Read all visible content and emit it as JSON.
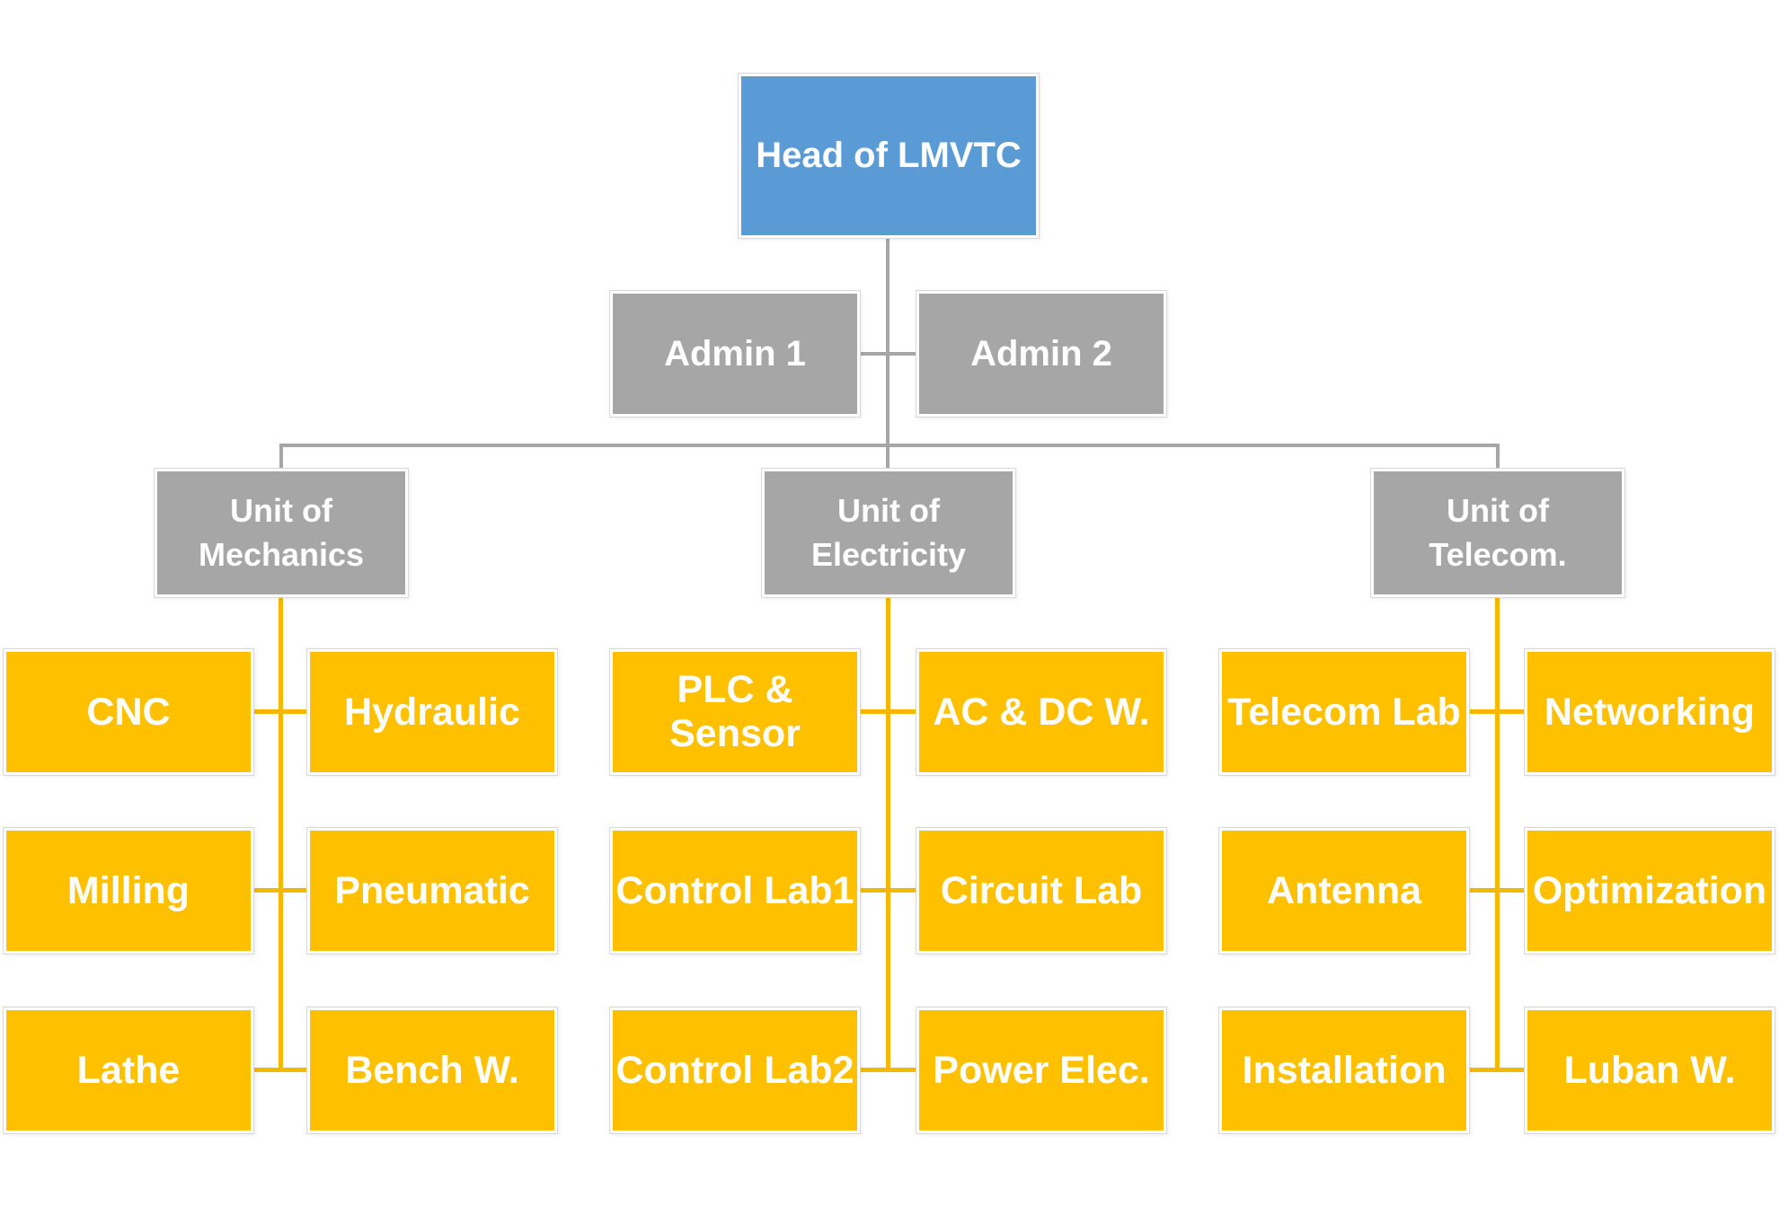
{
  "diagram": {
    "root": {
      "label": "Head of LMVTC"
    },
    "admins": [
      {
        "label": "Admin 1"
      },
      {
        "label": "Admin 2"
      }
    ],
    "units": [
      {
        "label": "Unit of\nMechanics",
        "children_left": [
          "CNC",
          "Milling",
          "Lathe"
        ],
        "children_right": [
          "Hydraulic",
          "Pneumatic",
          "Bench W."
        ]
      },
      {
        "label": "Unit of\nElectricity",
        "children_left": [
          "PLC & Sensor",
          "Control Lab1",
          "Control Lab2"
        ],
        "children_right": [
          "AC & DC W.",
          "Circuit Lab",
          "Power Elec."
        ]
      },
      {
        "label": "Unit of\nTelecom.",
        "children_left": [
          "Telecom Lab",
          "Antenna",
          "Installation"
        ],
        "children_right": [
          "Networking",
          "Optimization",
          "Luban W."
        ]
      }
    ]
  },
  "colors": {
    "head_fill": "#5B9BD5",
    "branch_fill": "#A6A6A6",
    "leaf_fill": "#FFC000",
    "text": "#FFFFFF",
    "gray_line": "#A6A6A6",
    "gold_line": "#F5B800"
  }
}
